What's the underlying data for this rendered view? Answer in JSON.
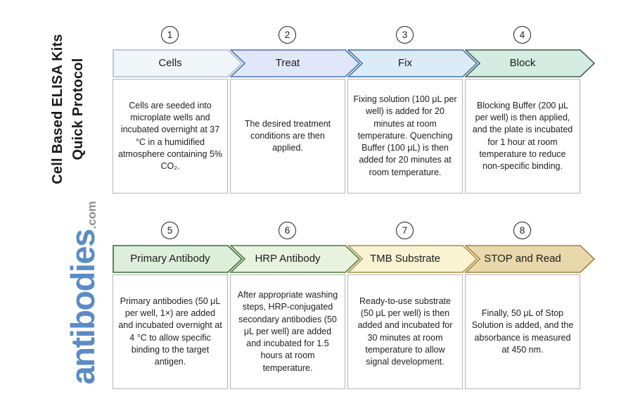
{
  "page": {
    "background": "#ffffff"
  },
  "sidebar": {
    "title_line1": "Cell Based ELISA Kits",
    "title_line2": "Quick Protocol",
    "logo_text": "antibodies",
    "logo_suffix": ".com",
    "logo_color": "#5a8cc5",
    "logo_suffix_color": "#8e8e8e"
  },
  "steps": [
    {
      "number": "1",
      "label": "Cells",
      "description": "Cells are seeded into microplate wells and incubated overnight at 37 °C in a humidified atmosphere containing 5% CO₂.",
      "fill": "#f1f6fb",
      "stroke": "#a6bcd6"
    },
    {
      "number": "2",
      "label": "Treat",
      "description": "The desired treatment conditions are then applied.",
      "fill": "#e1e7f8",
      "stroke": "#4a72ae"
    },
    {
      "number": "3",
      "label": "Fix",
      "description": "Fixing solution (100 μL per well) is added for 20 minutes at room temperature. Quenching Buffer (100 μL) is then added for 20 minutes at room temperature.",
      "fill": "#dcebf8",
      "stroke": "#3f6da8"
    },
    {
      "number": "4",
      "label": "Block",
      "description": "Blocking Buffer (200 μL per well) is then applied, and the plate is incubated for 1 hour at room temperature to reduce non-specific binding.",
      "fill": "#d4ece2",
      "stroke": "#3f5f57"
    },
    {
      "number": "5",
      "label": "Primary Antibody",
      "description": "Primary antibodies (50 μL per well, 1×) are added and incubated overnight at 4 °C to allow specific binding to the target antigen.",
      "fill": "#ddeeda",
      "stroke": "#2f6b35"
    },
    {
      "number": "6",
      "label": "HRP Antibody",
      "description": "After appropriate washing steps, HRP-conjugated secondary antibodies (50 μL per well) are added and incubated for 1.5 hours at room temperature.",
      "fill": "#e9f2df",
      "stroke": "#4c7a3c"
    },
    {
      "number": "7",
      "label": "TMB Substrate",
      "description": "Ready-to-use substrate (50 μL per well) is then added and incubated for 30 minutes at room temperature to allow signal development.",
      "fill": "#f9f3d4",
      "stroke": "#a98f3f"
    },
    {
      "number": "8",
      "label": "STOP and Read",
      "description": "Finally, 50 μL of Stop Solution is added, and the absorbance is measured at 450 nm.",
      "fill": "#e9d8ab",
      "stroke": "#a3813a"
    }
  ]
}
